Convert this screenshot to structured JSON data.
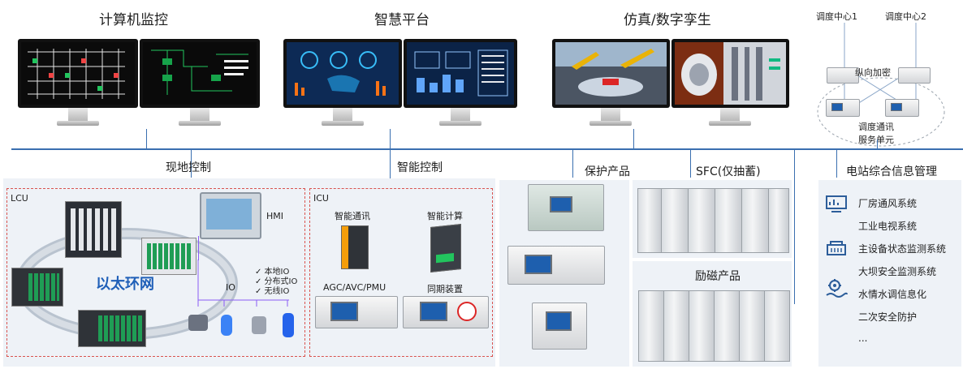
{
  "headers": {
    "computer_monitoring": "计算机监控",
    "smart_platform": "智慧平台",
    "simulation": "仿真/数字孪生",
    "dispatch_center_1": "调度中心1",
    "dispatch_center_2": "调度中心2",
    "vertical_encryption": "纵向加密",
    "dispatch_comm_line1": "调度通讯",
    "dispatch_comm_line2": "服务单元"
  },
  "sections": {
    "local_control": "现地控制",
    "smart_control": "智能控制",
    "protection": "保护产品",
    "sfc": "SFC(仅抽蓄)",
    "station_info": "电站综合信息管理",
    "excitation": "励磁产品"
  },
  "lcu": {
    "label": "LCU",
    "hmi": "HMI",
    "ring": "以太环网",
    "io": "IO",
    "io_items": [
      "✓ 本地IO",
      "✓ 分布式IO",
      "✓ 无线IO"
    ]
  },
  "icu": {
    "label": "ICU",
    "smart_comm": "智能通讯",
    "smart_calc": "智能计算",
    "agc": "AGC/AVC/PMU",
    "sync": "同期装置"
  },
  "station_items": [
    "厂房通风系统",
    "工业电视系统",
    "主设备状态监测系统",
    "大坝安全监测系统",
    "水情水调信息化",
    "二次安全防护",
    "..."
  ],
  "colors": {
    "bus_line": "#3a6fb0",
    "dash_border": "#d9534f",
    "panel_bg": "#eef2f7",
    "ring_text": "#1f5fb8"
  }
}
